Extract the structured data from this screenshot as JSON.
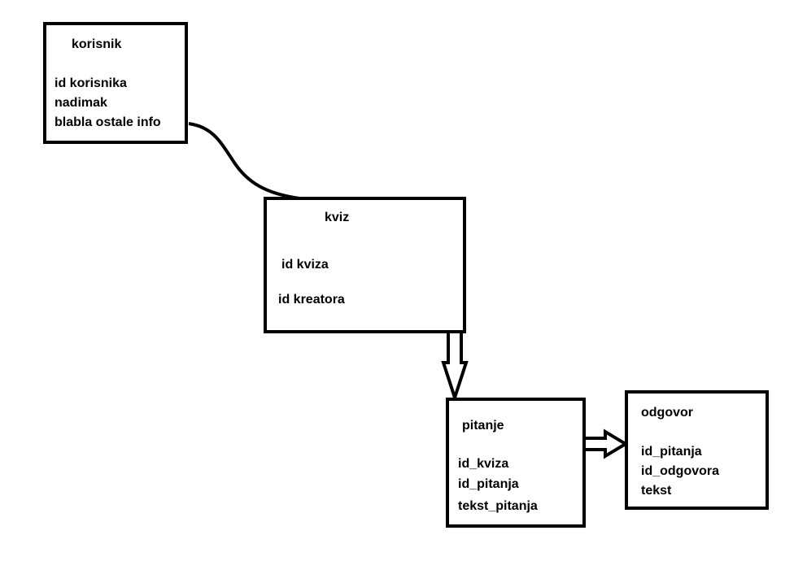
{
  "entities": {
    "korisnik": {
      "title": "korisnik",
      "fields": [
        "id korisnika",
        "nadimak",
        "blabla ostale info"
      ]
    },
    "kviz": {
      "title": "kviz",
      "fields": [
        "id kviza",
        "id kreatora"
      ]
    },
    "pitanje": {
      "title": "pitanje",
      "fields": [
        "id_kviza",
        "id_pitanja",
        "tekst_pitanja"
      ]
    },
    "odgovor": {
      "title": "odgovor",
      "fields": [
        "id_pitanja",
        "id_odgovora",
        "tekst"
      ]
    }
  },
  "connectors": [
    {
      "from": "korisnik",
      "to": "kviz",
      "style": "curve"
    },
    {
      "from": "kviz",
      "to": "pitanje",
      "style": "hollow-arrow"
    },
    {
      "from": "pitanje",
      "to": "odgovor",
      "style": "hollow-arrow"
    }
  ],
  "colors": {
    "stroke": "#000000",
    "background": "#ffffff"
  }
}
